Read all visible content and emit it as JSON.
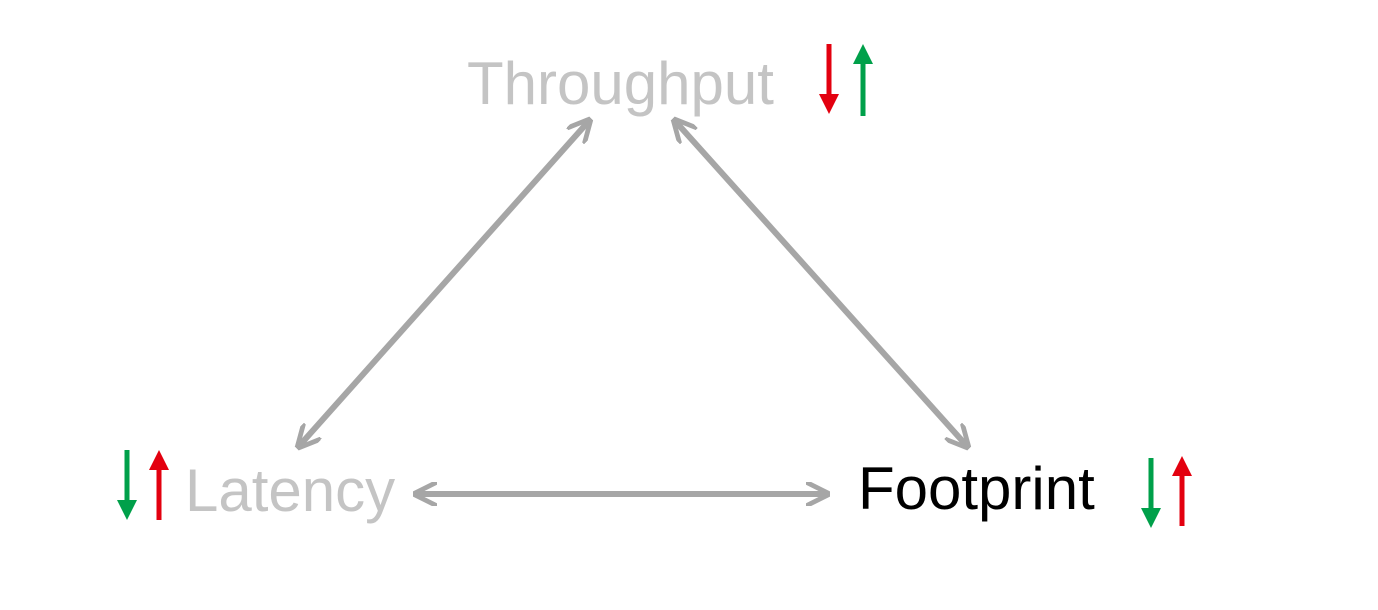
{
  "colors": {
    "edge": "#a6a6a6",
    "label_faded": "#c4c4c4",
    "label_active": "#000000",
    "down_red": "#e3000f",
    "up_green": "#00a04a"
  },
  "nodes": {
    "throughput": {
      "label": "Throughput",
      "state": "faded",
      "indicators": [
        "down-red",
        "up-green"
      ]
    },
    "latency": {
      "label": "Latency",
      "state": "faded",
      "indicators": [
        "down-green",
        "up-red"
      ]
    },
    "footprint": {
      "label": "Footprint",
      "state": "active",
      "indicators": [
        "down-green",
        "up-red"
      ]
    }
  },
  "edges": [
    {
      "from": "throughput",
      "to": "latency",
      "type": "bidirectional"
    },
    {
      "from": "throughput",
      "to": "footprint",
      "type": "bidirectional"
    },
    {
      "from": "latency",
      "to": "footprint",
      "type": "bidirectional"
    }
  ]
}
